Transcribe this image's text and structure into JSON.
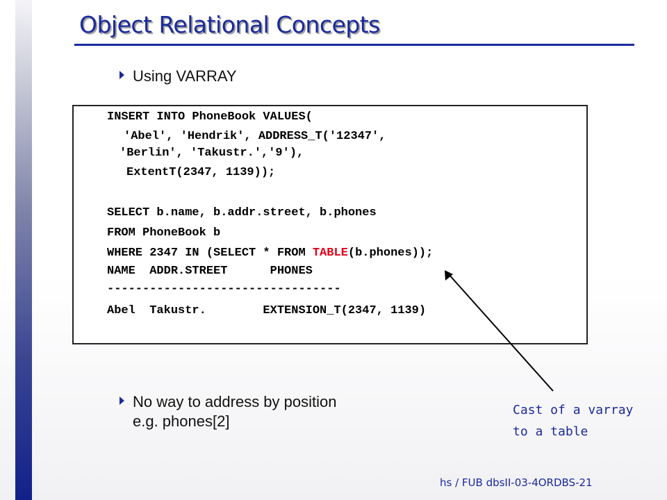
{
  "slide": {
    "title": "Object Relational Concepts",
    "bullet_1": "Using VARRAY",
    "bullet_2_line_1": "No way to address by position",
    "bullet_2_line_2": "e.g. phones[2]",
    "code": {
      "line_1": "INSERT INTO PhoneBook VALUES(",
      "line_2": "'Abel', 'Hendrik', ADDRESS_T('12347',",
      "line_3": "'Berlin', 'Takustr.','9'),",
      "line_4": "ExtentT(2347, 1139));",
      "line_5": "SELECT b.name, b.addr.street, b.phones",
      "line_6": "FROM PhoneBook b",
      "line_7_before": "WHERE 2347 IN (SELECT * FROM ",
      "line_7_keyword": "TABLE",
      "line_7_after": "(b.phones));",
      "result_header": "NAME  ADDR.STREET      PHONES",
      "result_separator": "---------------------------------",
      "result_row": "Abel  Takustr.        EXTENSION_T(2347, 1139)"
    },
    "annotation_line_1": "Cast of a varray",
    "annotation_line_2": "to a table",
    "footer": "hs / FUB dbsII-03-4ORDBS-21",
    "colors": {
      "title": "#1a2a9c",
      "keyword_highlight": "#e0001a",
      "annotation": "#1a2a9c"
    }
  }
}
